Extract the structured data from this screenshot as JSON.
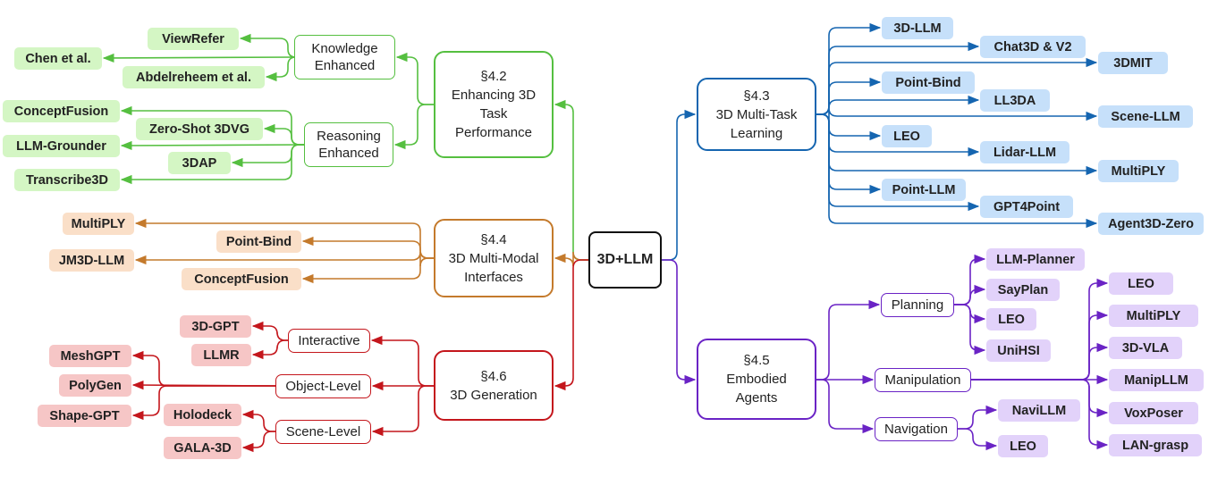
{
  "root": "3D+LLM",
  "sections": {
    "s42": {
      "line1": "§4.2",
      "line2": "Enhancing 3D",
      "line3": "Task",
      "line4": "Performance"
    },
    "s44": {
      "line1": "§4.4",
      "line2": "3D Multi-Modal",
      "line3": "Interfaces"
    },
    "s46": {
      "line1": "§4.6",
      "line2": "3D Generation"
    },
    "s43": {
      "line1": "§4.3",
      "line2": "3D Multi-Task",
      "line3": "Learning"
    },
    "s45": {
      "line1": "§4.5",
      "line2": "Embodied",
      "line3": "Agents"
    }
  },
  "subs": {
    "knowledge": {
      "line1": "Knowledge",
      "line2": "Enhanced"
    },
    "reasoning": {
      "line1": "Reasoning",
      "line2": "Enhanced"
    },
    "interactive": "Interactive",
    "object_level": "Object-Level",
    "scene_level": "Scene-Level",
    "planning": "Planning",
    "manipulation": "Manipulation",
    "navigation": "Navigation"
  },
  "leaves": {
    "knowledge": [
      "ViewRefer",
      "Chen et al.",
      "Abdelreheem et al."
    ],
    "reasoning": [
      "ConceptFusion",
      "Zero-Shot 3DVG",
      "LLM-Grounder",
      "3DAP",
      "Transcribe3D"
    ],
    "multimodal": [
      "MultiPLY",
      "Point-Bind",
      "JM3D-LLM",
      "ConceptFusion"
    ],
    "interactive": [
      "3D-GPT",
      "LLMR"
    ],
    "object_level": [
      "MeshGPT",
      "PolyGen",
      "Shape-GPT"
    ],
    "scene_level": [
      "Holodeck",
      "GALA-3D"
    ],
    "multitask": [
      "3D-LLM",
      "Chat3D & V2",
      "3DMIT",
      "Point-Bind",
      "LL3DA",
      "Scene-LLM",
      "LEO",
      "Lidar-LLM",
      "MultiPLY",
      "Point-LLM",
      "GPT4Point",
      "Agent3D-Zero"
    ],
    "planning": [
      "LLM-Planner",
      "SayPlan",
      "LEO",
      "UniHSI"
    ],
    "manipulation": [
      "LEO",
      "MultiPLY",
      "3D-VLA",
      "ManipLLM",
      "VoxPoser",
      "LAN-grasp"
    ],
    "navigation": [
      "NaviLLM",
      "LEO"
    ]
  },
  "colors": {
    "green": "#55bf40",
    "orange": "#c47a2c",
    "red": "#c4161c",
    "blue": "#1565b0",
    "purple": "#6a23c5",
    "light_green": "#d4f6c4",
    "light_orange": "#fadfc8",
    "light_red": "#f6c6c6",
    "light_blue": "#c6e0fa",
    "light_purple": "#e2d2fa"
  }
}
